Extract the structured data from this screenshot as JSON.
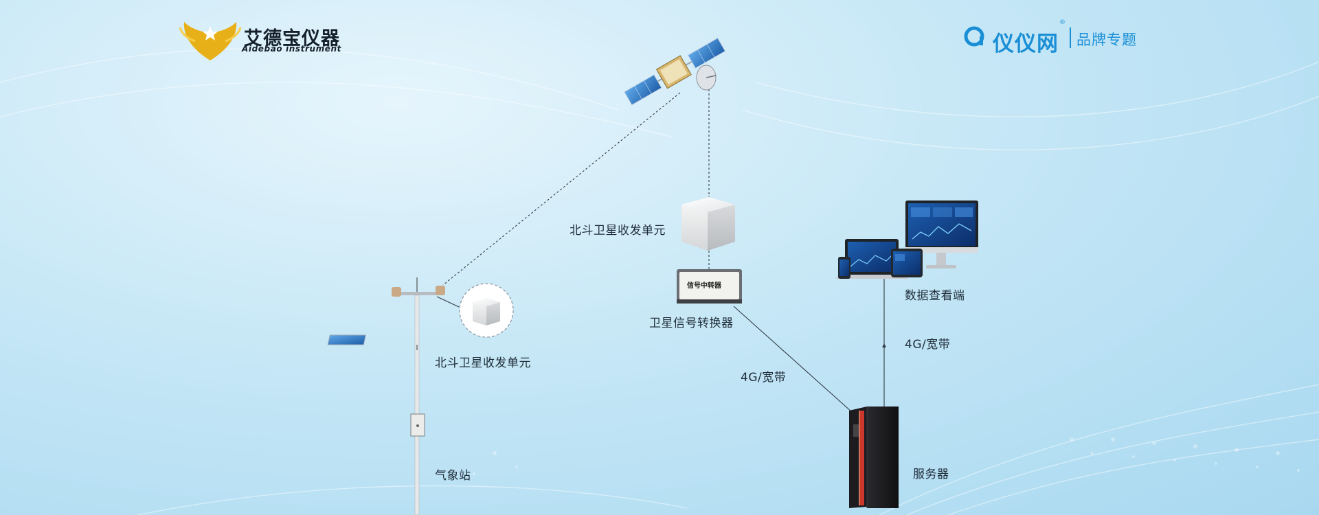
{
  "brand": {
    "name_cn": "艾德宝仪器",
    "name_en": "Aidebao instrument",
    "partner": "仪仪网",
    "partner_reg": "®",
    "partner_sub": "品牌专题"
  },
  "nodes": {
    "beidou_top": "北斗卫星收发单元",
    "converter": "卫星信号转换器",
    "relay_plate": "信号中转器",
    "beidou_station": "北斗卫星收发单元",
    "weather_station": "气象站",
    "data_viewer": "数据查看端",
    "server": "服务器"
  },
  "links": {
    "converter_server": "4G/宽带",
    "viewer_server": "4G/宽带"
  },
  "colors": {
    "accent": "#1a8fd6",
    "logo_gold": "#e8b018",
    "server_glow": "#e03c2c"
  }
}
